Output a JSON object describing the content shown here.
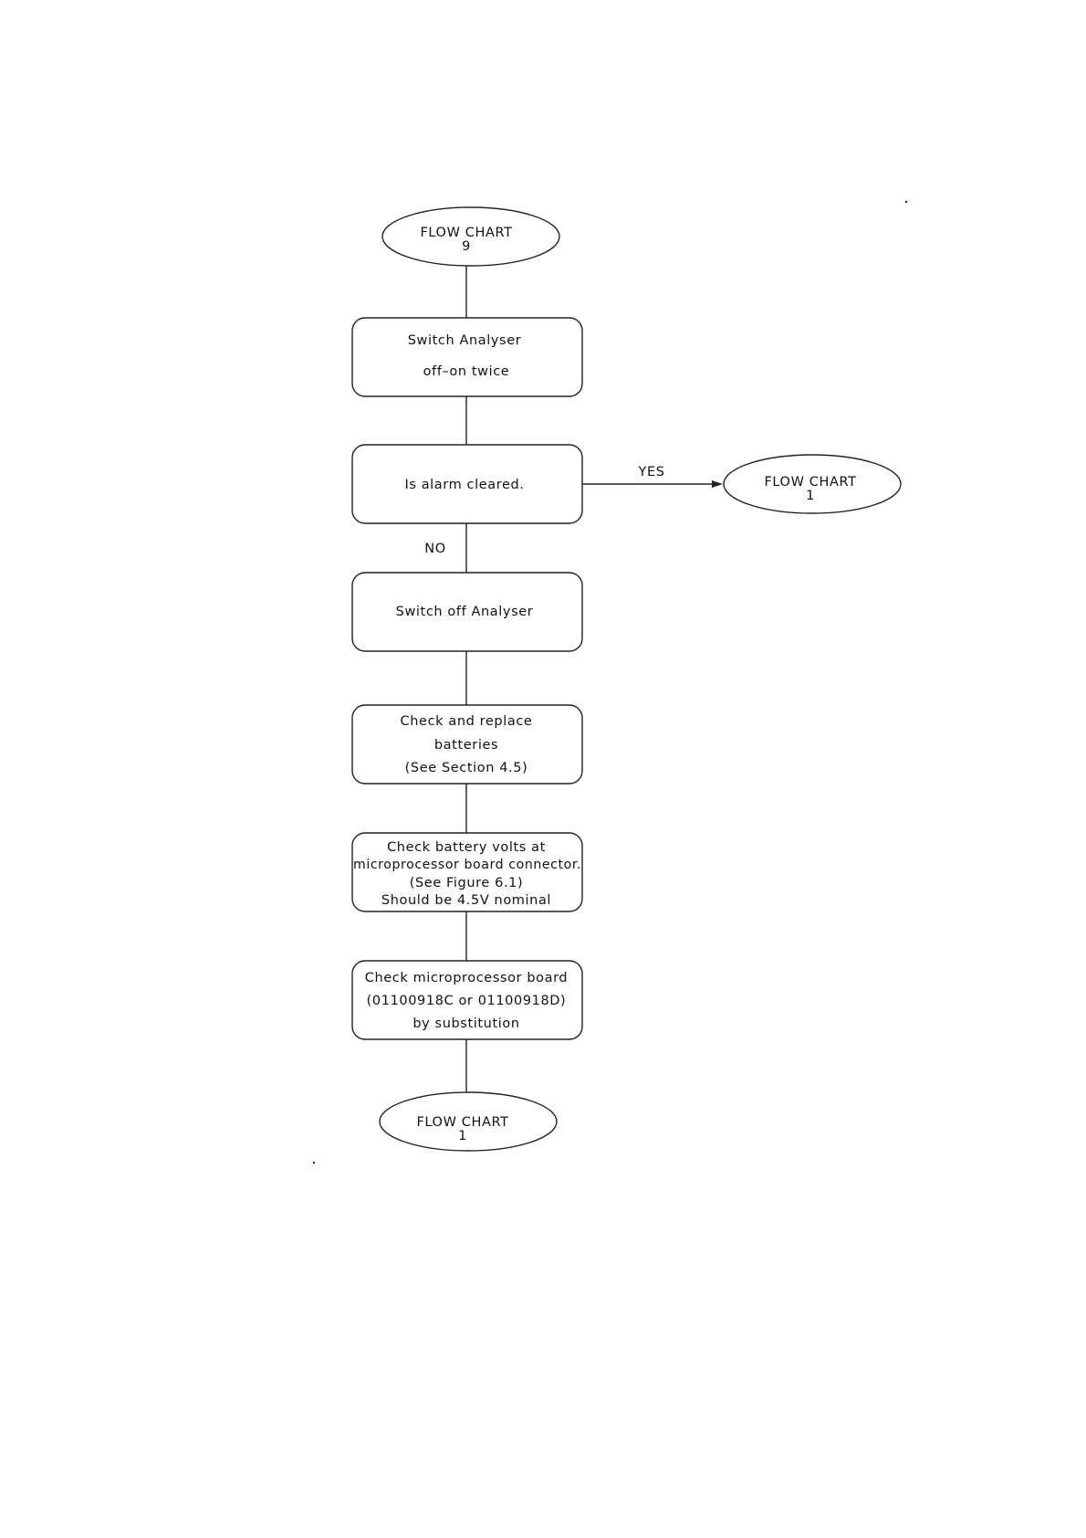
{
  "flowchart": {
    "start": {
      "lines": [
        "FLOW CHART",
        "9"
      ]
    },
    "steps": [
      {
        "lines": [
          "Switch Analyser",
          "off–on twice"
        ]
      },
      {
        "lines": [
          "Is alarm cleared."
        ]
      },
      {
        "lines": [
          "Switch off Analyser"
        ]
      },
      {
        "lines": [
          "Check and replace",
          "batteries",
          "(See Section 4.5)"
        ]
      },
      {
        "lines": [
          "Check battery volts at",
          "microprocessor board connector.",
          "(See Figure 6.1)",
          "Should be 4.5V nominal"
        ]
      },
      {
        "lines": [
          "Check microprocessor board",
          "(01100918C or 01100918D)",
          "by substitution"
        ]
      }
    ],
    "yes_terminal": {
      "lines": [
        "FLOW CHART",
        "1"
      ]
    },
    "end_terminal": {
      "lines": [
        "FLOW CHART",
        "1"
      ]
    },
    "labels": {
      "yes": "YES",
      "no": "NO"
    }
  }
}
